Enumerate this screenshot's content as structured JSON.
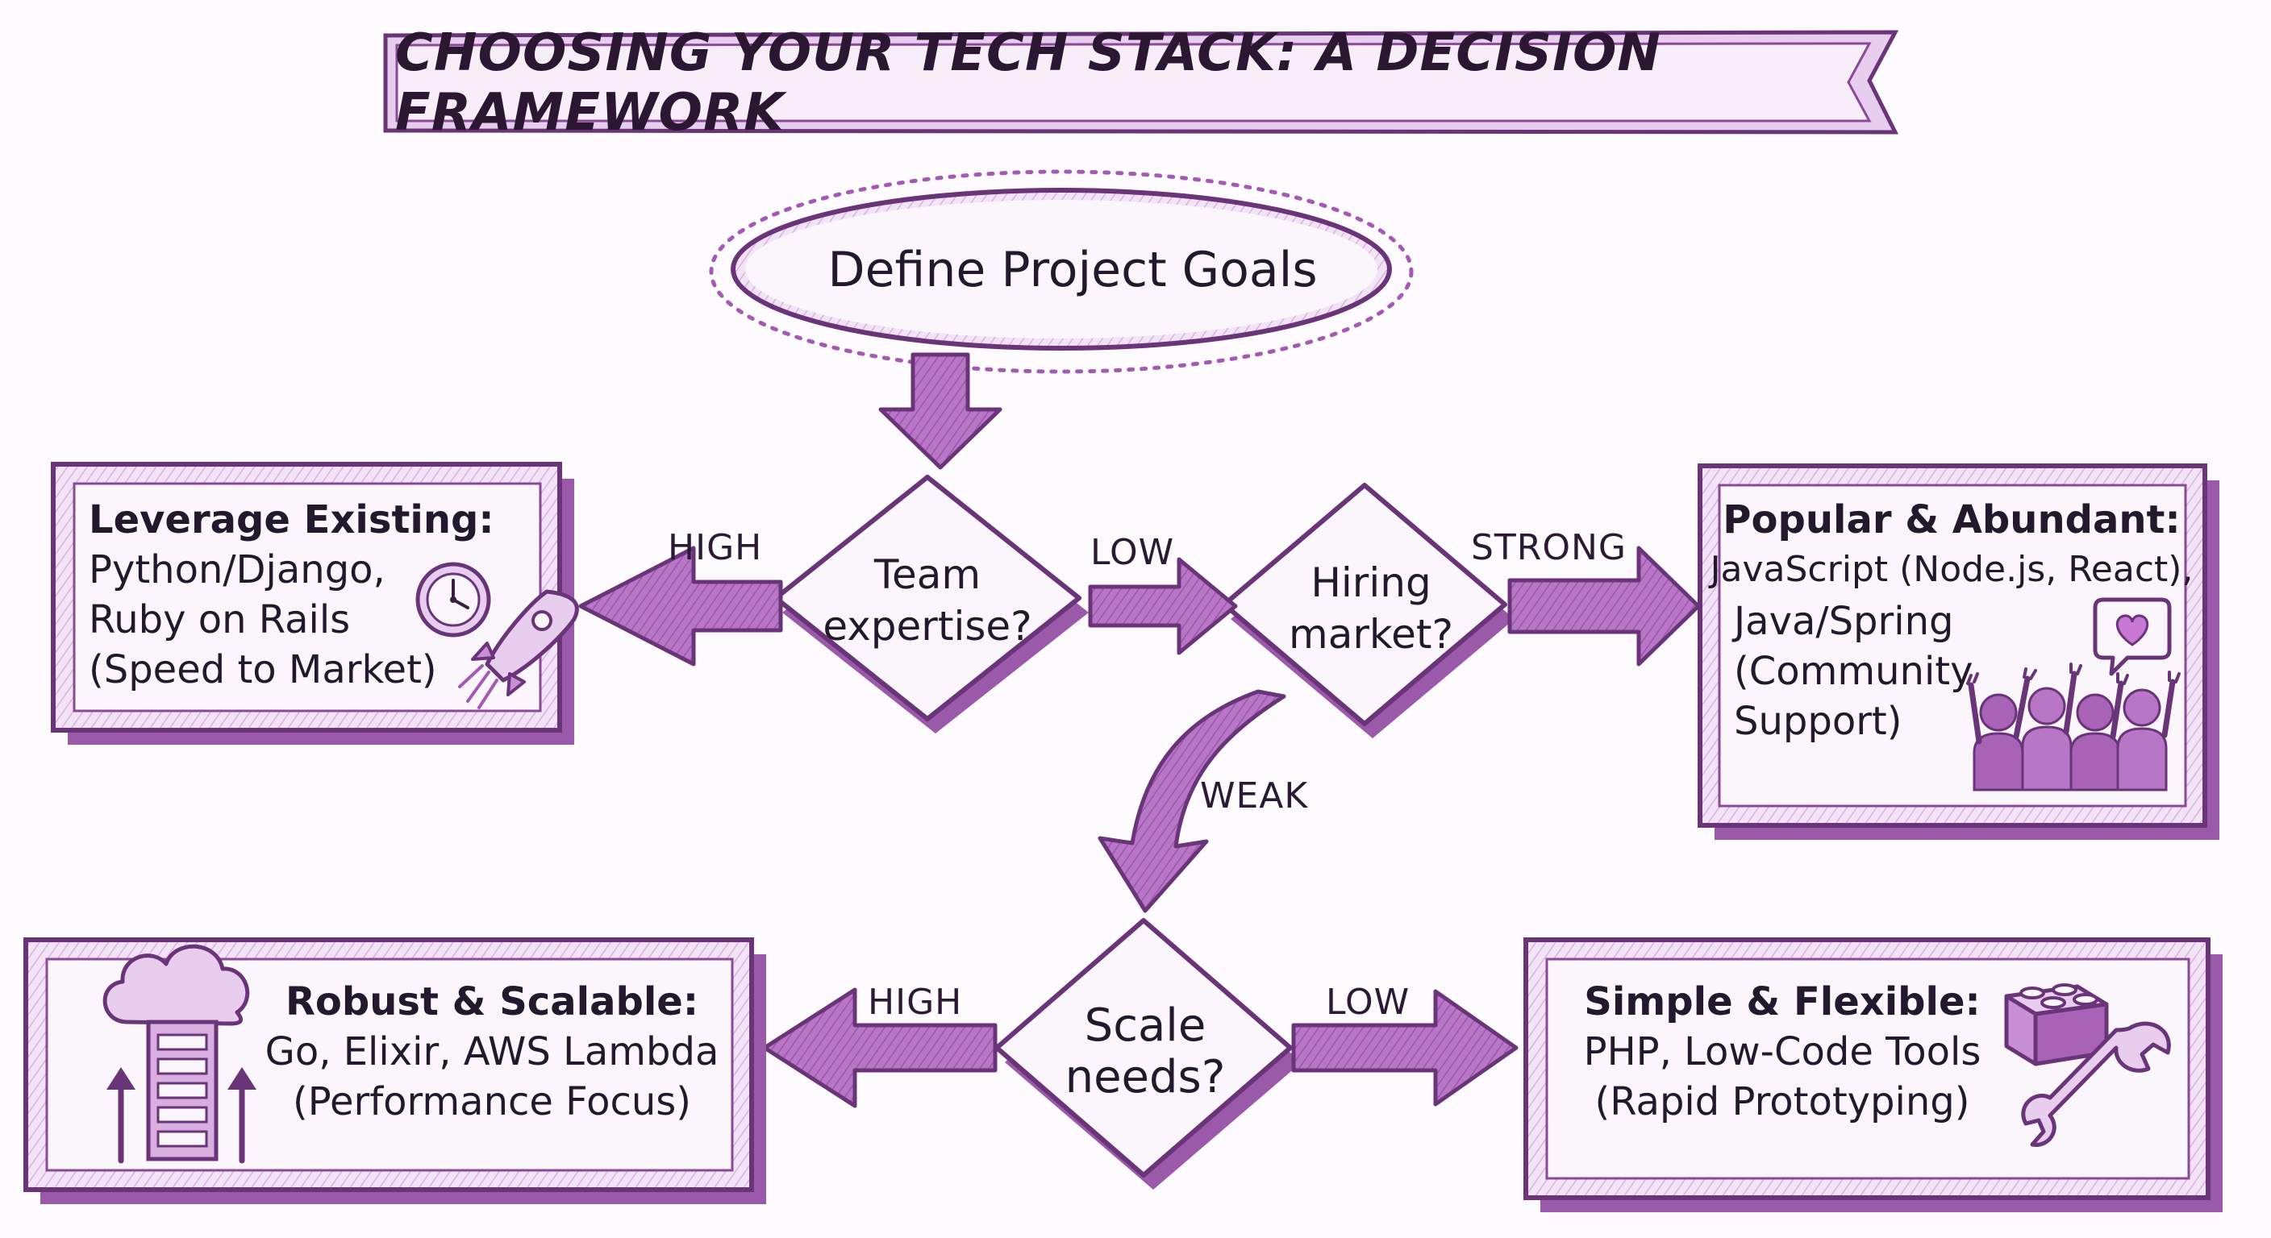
{
  "title": "CHOOSING YOUR TECH STACK: A DECISION FRAMEWORK",
  "start_node": {
    "label": "Define Project Goals"
  },
  "decisions": {
    "team_expertise": {
      "lines": [
        "Team",
        "expertise?"
      ]
    },
    "hiring_market": {
      "lines": [
        "Hiring",
        "market?"
      ]
    },
    "scale_needs": {
      "lines": [
        "Scale",
        "needs?"
      ]
    }
  },
  "edge_labels": {
    "team_high": "HIGH",
    "team_low": "LOW",
    "hiring_strong": "STRONG",
    "hiring_weak": "WEAK",
    "scale_high": "HIGH",
    "scale_low": "LOW"
  },
  "outcomes": {
    "leverage_existing": {
      "heading": "Leverage Existing:",
      "lines": [
        "Python/Django,",
        "Ruby on Rails",
        "(Speed to Market)"
      ],
      "icons": [
        "clock-icon",
        "rocket-icon"
      ]
    },
    "popular_abundant": {
      "heading": "Popular & Abundant:",
      "lines": [
        "JavaScript (Node.js, React),",
        "Java/Spring",
        "(Community",
        "Support)"
      ],
      "icons": [
        "heart-speech-bubble-icon",
        "crowd-icon"
      ]
    },
    "robust_scalable": {
      "heading": "Robust & Scalable:",
      "lines": [
        "Go, Elixir, AWS Lambda",
        "(Performance Focus)"
      ],
      "icons": [
        "cloud-server-icon"
      ]
    },
    "simple_flexible": {
      "heading": "Simple & Flexible:",
      "lines": [
        "PHP, Low-Code Tools",
        "(Rapid Prototyping)"
      ],
      "icons": [
        "building-block-icon",
        "wrench-icon"
      ]
    }
  },
  "colors": {
    "accent": "#a45ab5",
    "accent_light": "#d4a6dd",
    "border": "#6a3478",
    "arrow_fill": "#b877c6",
    "shadow": "#8a4a98",
    "text": "#24182c",
    "background": "#fdfbfe"
  }
}
